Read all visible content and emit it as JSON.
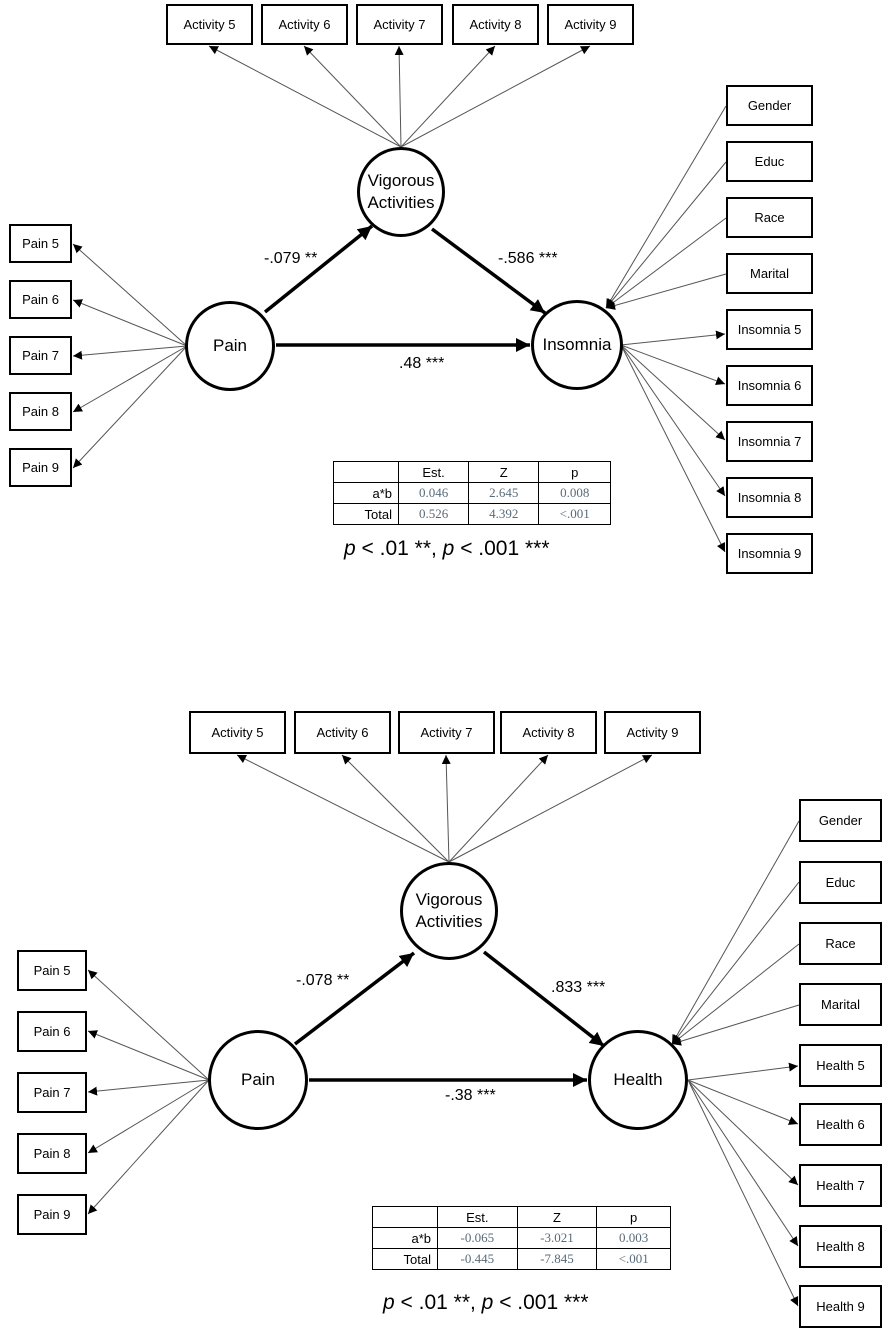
{
  "panel1": {
    "activities": [
      "Activity 5",
      "Activity 6",
      "Activity 7",
      "Activity 8",
      "Activity 9"
    ],
    "pain_items": [
      "Pain 5",
      "Pain 6",
      "Pain 7",
      "Pain 8",
      "Pain 9"
    ],
    "outcome_items": [
      "Gender",
      "Educ",
      "Race",
      "Marital",
      "Insomnia 5",
      "Insomnia 6",
      "Insomnia 7",
      "Insomnia 8",
      "Insomnia 9"
    ],
    "mediator_line1": "Vigorous",
    "mediator_line2": "Activities",
    "predictor": "Pain",
    "outcome": "Insomnia",
    "coef_a": "-.079 **",
    "coef_b": "-.586 ***",
    "coef_c": ".48 ***",
    "table": {
      "headers": [
        "",
        "Est.",
        "Z",
        "p"
      ],
      "rows": [
        [
          "a*b",
          "0.046",
          "2.645",
          "0.008"
        ],
        [
          "Total",
          "0.526",
          "4.392",
          "<.001"
        ]
      ]
    },
    "footnote": {
      "p": "p",
      "part1": " < .01 **, ",
      "part2": " < .001 ***"
    }
  },
  "panel2": {
    "activities": [
      "Activity 5",
      "Activity 6",
      "Activity 7",
      "Activity 8",
      "Activity 9"
    ],
    "pain_items": [
      "Pain 5",
      "Pain 6",
      "Pain 7",
      "Pain 8",
      "Pain 9"
    ],
    "outcome_items": [
      "Gender",
      "Educ",
      "Race",
      "Marital",
      "Health 5",
      "Health 6",
      "Health 7",
      "Health 8",
      "Health 9"
    ],
    "mediator_line1": "Vigorous",
    "mediator_line2": "Activities",
    "predictor": "Pain",
    "outcome": "Health",
    "coef_a": "-.078 **",
    "coef_b": ".833 ***",
    "coef_c": "-.38 ***",
    "table": {
      "headers": [
        "",
        "Est.",
        "Z",
        "p"
      ],
      "rows": [
        [
          "a*b",
          "-0.065",
          "-3.021",
          "0.003"
        ],
        [
          "Total",
          "-0.445",
          "-7.845",
          "<.001"
        ]
      ]
    },
    "footnote": {
      "p": "p",
      "part1": " < .01 **, ",
      "part2": " < .001 ***"
    }
  }
}
